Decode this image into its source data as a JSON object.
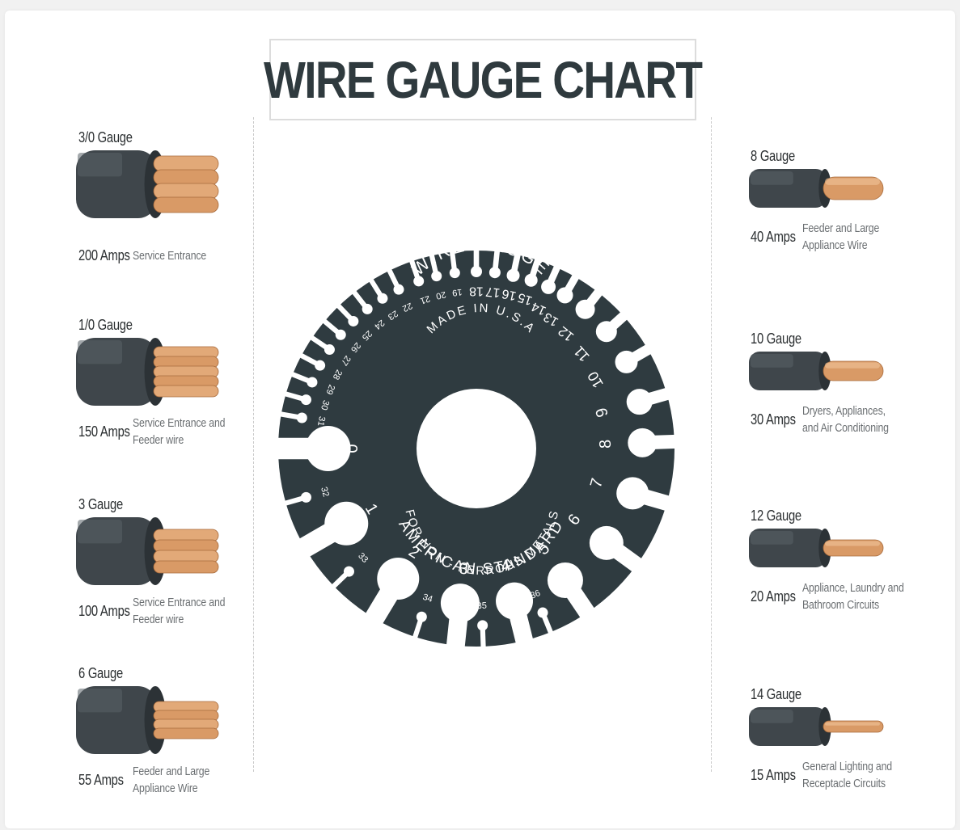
{
  "title": "WIRE GAUGE CHART",
  "left_wires": [
    {
      "gauge": "3/0 Gauge",
      "amps": "200 Amps",
      "desc": [
        "Service Entrance"
      ]
    },
    {
      "gauge": "1/0 Gauge",
      "amps": "150 Amps",
      "desc": [
        "Service Entrance and",
        "Feeder wire"
      ]
    },
    {
      "gauge": "3 Gauge",
      "amps": "100 Amps",
      "desc": [
        "Service Entrance and",
        "Feeder wire"
      ]
    },
    {
      "gauge": "6 Gauge",
      "amps": "55 Amps",
      "desc": [
        "Feeder and Large",
        "Appliance Wire"
      ]
    }
  ],
  "right_wires": [
    {
      "gauge": "8 Gauge",
      "amps": "40 Amps",
      "desc": [
        "Feeder and Large",
        "Appliance Wire"
      ]
    },
    {
      "gauge": "10 Gauge",
      "amps": "30 Amps",
      "desc": [
        "Dryers, Appliances,",
        "and Air Conditioning"
      ]
    },
    {
      "gauge": "12 Gauge",
      "amps": "20 Amps",
      "desc": [
        "Appliance, Laundry and",
        "Bathroom Circuits"
      ]
    },
    {
      "gauge": "14 Gauge",
      "amps": "15 Amps",
      "desc": [
        "General Lighting and",
        "Receptacle Circuits"
      ]
    }
  ],
  "dial": {
    "arc_top": "WIRE GAUGE",
    "arc_inner_top": "MADE IN U.S.A",
    "arc_bottom_outer": "AMERICAN STANDARD",
    "arc_bottom_inner": "FOR NON - FERROUS METALS",
    "slot_numbers": [
      "0",
      "1",
      "2",
      "3",
      "4",
      "5",
      "6",
      "7",
      "8",
      "9",
      "10",
      "11",
      "12",
      "13",
      "14",
      "15",
      "16",
      "17",
      "18",
      "19",
      "20",
      "21",
      "22",
      "23",
      "24",
      "25",
      "26",
      "27",
      "28",
      "29",
      "30",
      "31",
      "32",
      "33",
      "34",
      "35",
      "36"
    ]
  },
  "colors": {
    "dial": "#2f3b40",
    "insulation": "#3f464b",
    "insulation_highlight": "#5a6267",
    "copper": "#d99a66",
    "copper_dark": "#a86b3c",
    "title_text": "#2f3a3e",
    "desc_text": "#6b6f72"
  }
}
